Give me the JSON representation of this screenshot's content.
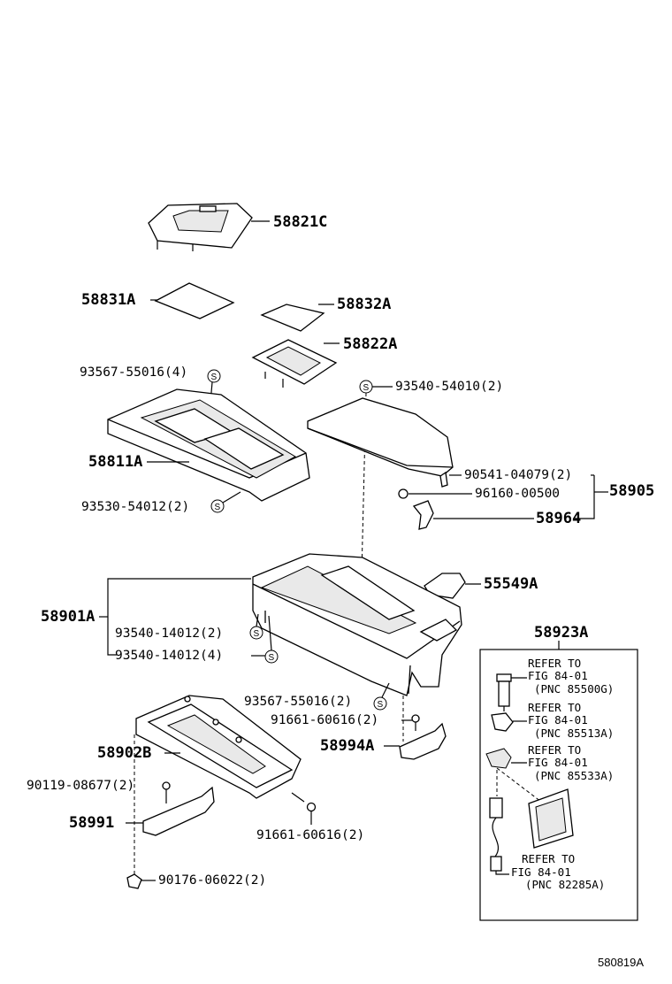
{
  "labels": {
    "p58821C": "58821C",
    "p58831A": "58831A",
    "p58832A": "58832A",
    "p58822A": "58822A",
    "p93567a": "93567-55016(4)",
    "p93540a": "93540-54010(2)",
    "p58811A": "58811A",
    "p90541": "90541-04079(2)",
    "p96160": "96160-00500",
    "p58905": "58905",
    "p93530": "93530-54012(2)",
    "p58964": "58964",
    "p55549A": "55549A",
    "p58901A": "58901A",
    "p93540b": "93540-14012(2)",
    "p93540c": "93540-14012(4)",
    "p58923A": "58923A",
    "p93567b": "93567-55016(2)",
    "p91661a": "91661-60616(2)",
    "p58994A": "58994A",
    "p58902B": "58902B",
    "p90119": "90119-08677(2)",
    "p58991": "58991",
    "p91661b": "91661-60616(2)",
    "p90176": "90176-06022(2)"
  },
  "references": [
    {
      "line1": "REFER TO",
      "line2": "FIG 84-01",
      "line3": "(PNC 85500G)"
    },
    {
      "line1": "REFER TO",
      "line2": "FIG 84-01",
      "line3": "(PNC 85513A)"
    },
    {
      "line1": "REFER TO",
      "line2": "FIG 84-01",
      "line3": "(PNC 85533A)"
    },
    {
      "line1": "REFER TO",
      "line2": "FIG 84-01",
      "line3": "(PNC 82285A)"
    }
  ],
  "screw_symbol": "S",
  "figure_id": "580819A"
}
